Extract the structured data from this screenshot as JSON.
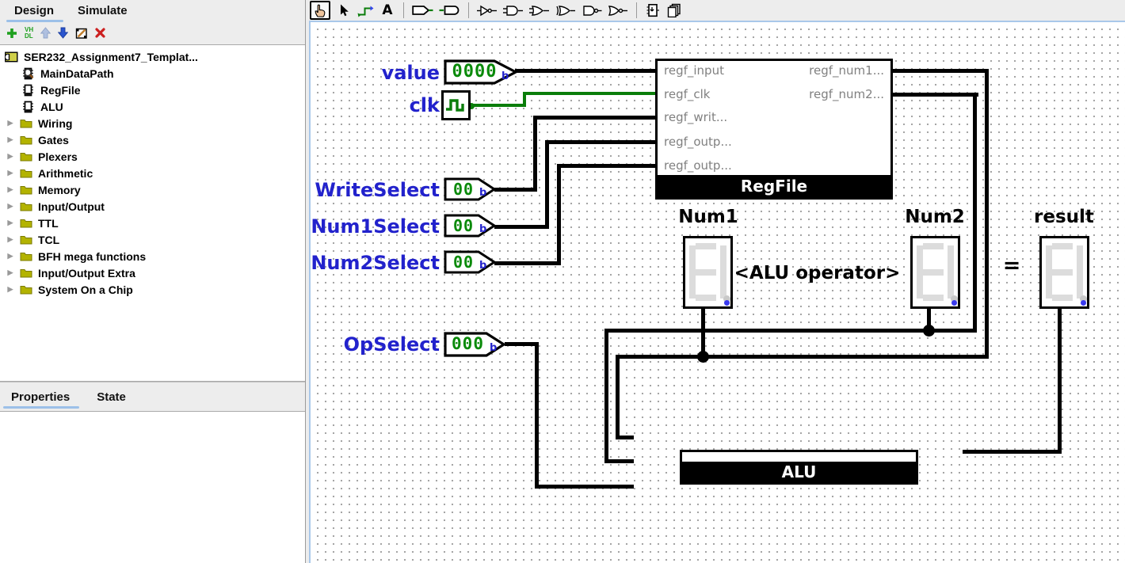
{
  "left_panel": {
    "tabs": {
      "design": "Design",
      "simulate": "Simulate"
    },
    "toolbar": {
      "vhdl_top": "VH",
      "vhdl_bottom": "DL"
    },
    "tree": {
      "root_label": "SER232_Assignment7_Templat...",
      "circuits": [
        "MainDataPath",
        "RegFile",
        "ALU"
      ],
      "libraries": [
        "Wiring",
        "Gates",
        "Plexers",
        "Arithmetic",
        "Memory",
        "Input/Output",
        "TTL",
        "TCL",
        "BFH mega functions",
        "Input/Output Extra",
        "System On a Chip"
      ]
    },
    "bottom_tabs": {
      "properties": "Properties",
      "state": "State"
    }
  },
  "main_toolbar": {
    "text_tool_label": "A"
  },
  "canvas": {
    "pins": {
      "value": {
        "label": "value",
        "value": "0000",
        "radix": "b"
      },
      "clk": {
        "label": "clk"
      },
      "write_select": {
        "label": "WriteSelect",
        "value": "00",
        "radix": "b"
      },
      "num1_select": {
        "label": "Num1Select",
        "value": "00",
        "radix": "b"
      },
      "num2_select": {
        "label": "Num2Select",
        "value": "00",
        "radix": "b"
      },
      "op_select": {
        "label": "OpSelect",
        "value": "000",
        "radix": "b"
      }
    },
    "regfile": {
      "title": "RegFile",
      "left_ports": [
        "regf_input",
        "regf_clk",
        "regf_writ...",
        "regf_outp...",
        "regf_outp..."
      ],
      "right_ports": [
        "regf_num1...",
        "regf_num2..."
      ]
    },
    "displays": {
      "num1": "Num1",
      "num2": "Num2",
      "result": "result"
    },
    "alu_title": "ALU",
    "alu_operator_note": "<ALU operator>",
    "equals_sign": "=",
    "colors": {
      "wire": "#000000",
      "clock_wire": "#0a7d0a",
      "pin_value": "#0a8a0a",
      "pin_label": "#2222cc",
      "port_label": "#808080"
    }
  }
}
